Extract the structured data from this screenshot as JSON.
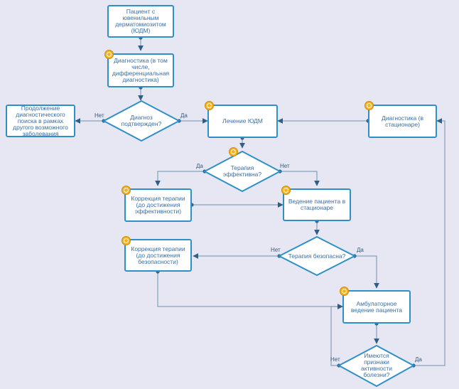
{
  "nodes": {
    "patient_jdm": "Пациент с ювенильным дерматомиозитом (ЮДМ)",
    "diagnostics": "Диагностика (в том числе, дифференциальная диагностика)",
    "continue_search": "Продолжение диагностического поиска в рамках другого возможного заболевания",
    "diagnosis_confirmed": "Диагноз подтвержден?",
    "treatment_jdm": "Лечение ЮДМ",
    "diagnostics_hospital": "Диагностика (в стационаре)",
    "therapy_effective": "Терапия эффективна?",
    "correction_efficacy": "Коррекция терапии (до достижения эффективности)",
    "hospital_management": "Ведение пациента в стационаре",
    "correction_safety": "Коррекция терапии (до достижения безопасности)",
    "therapy_safe": "Терапия безопасна?",
    "outpatient": "Амбулаторное ведение пациента",
    "activity_signs": "Имеются признаки активности болезни?"
  },
  "branches": {
    "diag_no": "Нет",
    "diag_yes": "Да",
    "eff_yes": "Да",
    "eff_no": "Нет",
    "safe_no": "Нет",
    "safe_yes": "Да",
    "act_no": "Нет",
    "act_yes": "Да"
  },
  "colors": {
    "background": "#e6e7f3",
    "node_border": "#2f8fc7",
    "connector": "#8aa2bc",
    "arrow": "#2f5f86",
    "badge": "#f4b21f"
  }
}
